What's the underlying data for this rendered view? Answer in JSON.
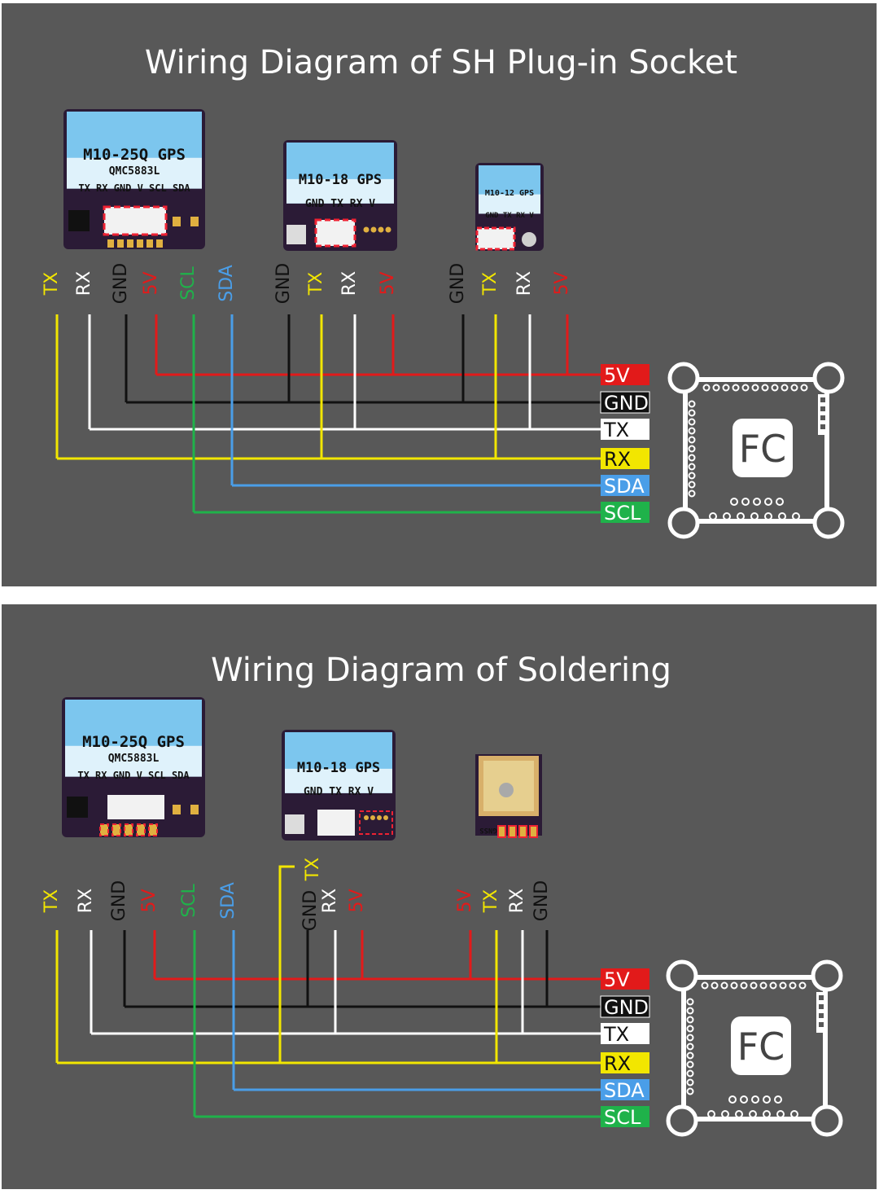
{
  "colors": {
    "5V": "#e21a1a",
    "GND": "#111111",
    "TX": "#ffffff",
    "RX": "#f2e600",
    "SDA": "#4a9ee8",
    "SCL": "#1fb24a",
    "background": "#585858"
  },
  "panels": [
    {
      "title": "Wiring Diagram of SH Plug-in Socket",
      "modules": [
        {
          "name": "M10-25Q GPS",
          "sub": "QMC5883L",
          "pins": "TX RX GND V SCL SDA"
        },
        {
          "name": "M10-18 GPS",
          "pins": "GND TX RX V"
        },
        {
          "name": "M10-12 GPS",
          "pins": "GND TX RX V"
        }
      ],
      "wires": [
        {
          "label": "TX",
          "net": "RX"
        },
        {
          "label": "RX",
          "net": "TX"
        },
        {
          "label": "GND",
          "net": "GND"
        },
        {
          "label": "5V",
          "net": "5V"
        },
        {
          "label": "SCL",
          "net": "SCL"
        },
        {
          "label": "SDA",
          "net": "SDA"
        },
        {
          "label": "GND",
          "net": "GND"
        },
        {
          "label": "TX",
          "net": "RX"
        },
        {
          "label": "RX",
          "net": "TX"
        },
        {
          "label": "5V",
          "net": "5V"
        },
        {
          "label": "GND",
          "net": "GND"
        },
        {
          "label": "TX",
          "net": "RX"
        },
        {
          "label": "RX",
          "net": "TX"
        },
        {
          "label": "5V",
          "net": "5V"
        }
      ],
      "fc_pins": [
        "5V",
        "GND",
        "TX",
        "RX",
        "SDA",
        "SCL"
      ],
      "fc_label": "FC"
    },
    {
      "title": "Wiring Diagram of Soldering",
      "modules": [
        {
          "name": "M10-25Q GPS",
          "sub": "QMC5883L",
          "pins": "TX RX GND V SCL SDA"
        },
        {
          "name": "M10-18 GPS",
          "pins": "GND TX RX V"
        },
        {
          "name": "GNSS",
          "pins": ""
        }
      ],
      "wires": [
        {
          "label": "TX",
          "net": "RX"
        },
        {
          "label": "RX",
          "net": "TX"
        },
        {
          "label": "GND",
          "net": "GND"
        },
        {
          "label": "5V",
          "net": "5V"
        },
        {
          "label": "SCL",
          "net": "SCL"
        },
        {
          "label": "SDA",
          "net": "SDA"
        },
        {
          "label": "TX",
          "net": "RX"
        },
        {
          "label": "GND",
          "net": "GND"
        },
        {
          "label": "RX",
          "net": "TX"
        },
        {
          "label": "5V",
          "net": "5V"
        },
        {
          "label": "5V",
          "net": "5V"
        },
        {
          "label": "TX",
          "net": "RX"
        },
        {
          "label": "RX",
          "net": "TX"
        },
        {
          "label": "GND",
          "net": "GND"
        }
      ],
      "fc_pins": [
        "5V",
        "GND",
        "TX",
        "RX",
        "SDA",
        "SCL"
      ],
      "fc_label": "FC"
    }
  ]
}
